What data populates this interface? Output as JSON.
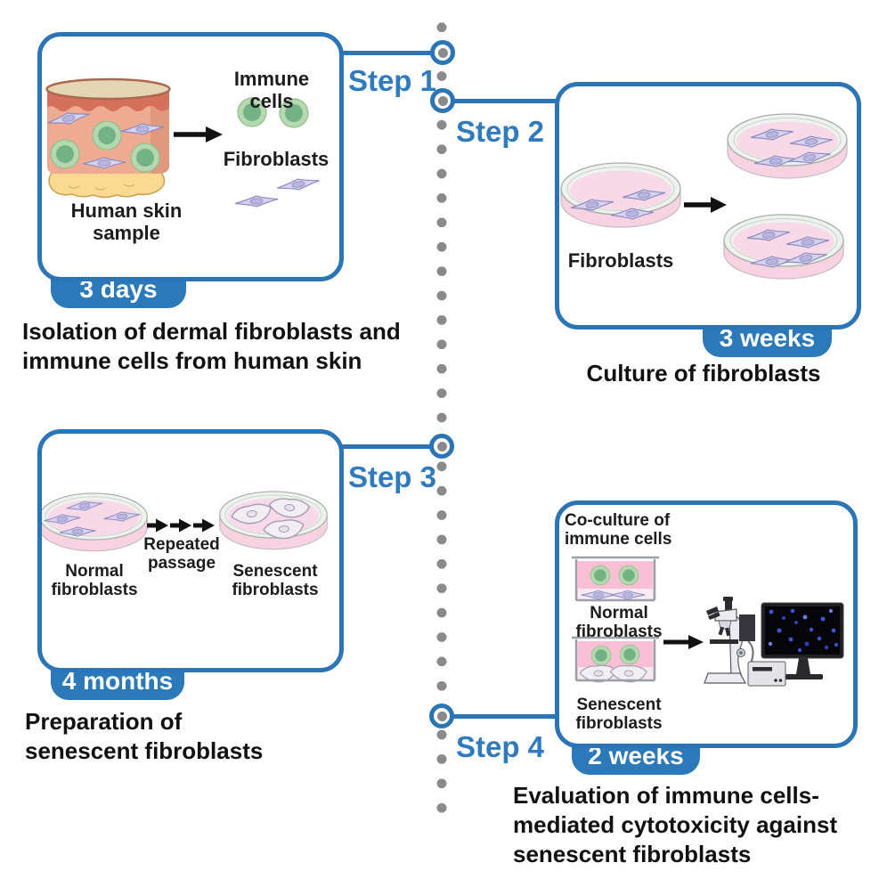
{
  "figure_type": "workflow-diagram",
  "colors": {
    "accent_blue": "#2B75B6",
    "step_text_blue": "#2F7BBE",
    "badge_blue": "#2B79B9",
    "timeline_dot_gray": "#8A8A8A",
    "badge_text": "#FFFFFF",
    "caption_text": "#111111",
    "petri_media_pink": "#F8D9E7",
    "immune_cell_green": "#72B284",
    "fibroblast_lavender": "#D7D5ED"
  },
  "step1": {
    "label": "Step 1",
    "badge": "3 days",
    "caption": "Isolation of dermal fibroblasts and\nimmune cells from human skin",
    "labels": {
      "immune_cells": "Immune cells",
      "fibroblasts": "Fibroblasts",
      "skin": "Human skin sample"
    }
  },
  "step2": {
    "label": "Step 2",
    "badge": "3 weeks",
    "caption": "Culture of fibroblasts",
    "labels": {
      "dish": "Fibroblasts"
    }
  },
  "step3": {
    "label": "Step 3",
    "badge": "4 months",
    "caption": "Preparation of\nsenescent fibroblasts",
    "labels": {
      "normal": "Normal\nfibroblasts",
      "passage": "Repeated\npassage",
      "senescent": "Senescent\nfibroblasts"
    }
  },
  "step4": {
    "label": "Step 4",
    "badge": "2 weeks",
    "caption": "Evaluation of immune cells-\nmediated cytotoxicity against\nsenescent fibroblasts",
    "labels": {
      "coculture": "Co-culture of\nimmune cells",
      "normal": "Normal\nfibroblasts",
      "senescent": "Senescent\nfibroblasts"
    }
  }
}
